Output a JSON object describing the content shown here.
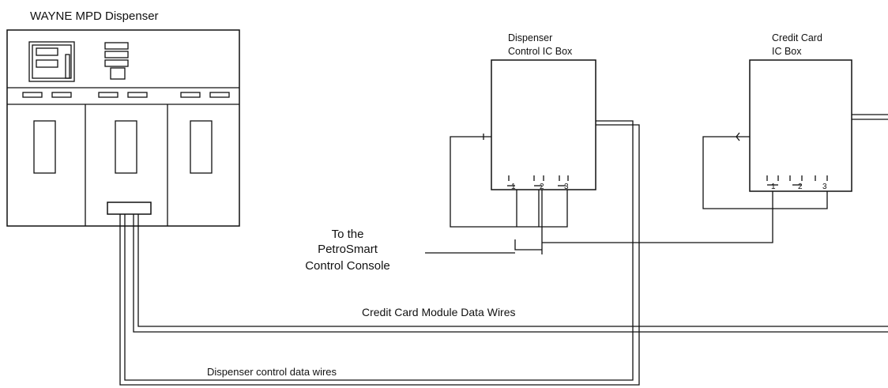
{
  "dispenser": {
    "title": "WAYNE MPD Dispenser"
  },
  "control_box": {
    "title_line1": "Dispenser",
    "title_line2": "Control IC Box",
    "terminals": [
      "1",
      "2",
      "3"
    ]
  },
  "credit_box": {
    "title_line1": "Credit Card",
    "title_line2": "IC Box",
    "terminals": [
      "1",
      "2",
      "3"
    ]
  },
  "console": {
    "line1": "To the",
    "line2": "PetroSmart",
    "line3": "Control Console"
  },
  "wires": {
    "credit_card_label": "Credit Card Module Data Wires",
    "dispenser_control_label": "Dispenser control data wires"
  },
  "colors": {
    "line": "#111111",
    "background": "#ffffff"
  }
}
